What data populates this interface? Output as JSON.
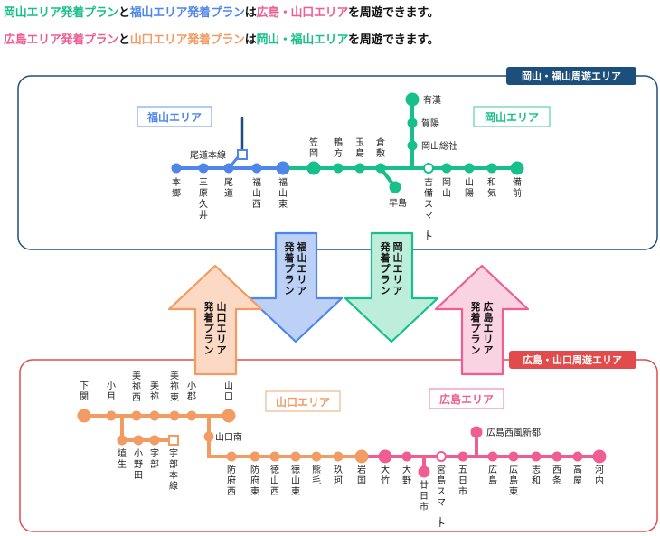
{
  "header": {
    "line1": [
      {
        "t": "岡山エリア発着プラン",
        "c": "c-ok"
      },
      {
        "t": "と",
        "c": ""
      },
      {
        "t": "福山エリア発着プラン",
        "c": "c-fk"
      },
      {
        "t": "は",
        "c": ""
      },
      {
        "t": "広島・山口エリア",
        "c": "c-hs"
      },
      {
        "t": "を周遊できます。",
        "c": ""
      }
    ],
    "line2": [
      {
        "t": "広島エリア発着プラン",
        "c": "c-hs"
      },
      {
        "t": "と",
        "c": ""
      },
      {
        "t": "山口エリア発着プラン",
        "c": "c-yg"
      },
      {
        "t": "は",
        "c": ""
      },
      {
        "t": "岡山・福山エリア",
        "c": "c-ok"
      },
      {
        "t": "を周遊できます。",
        "c": ""
      }
    ]
  },
  "colors": {
    "okayama": "#17c08a",
    "fukuyama": "#4f86ea",
    "hiroshima": "#ef5d92",
    "yamaguchi": "#f29b63",
    "navy": "#1d4f7c",
    "red": "#e24b4b"
  },
  "areas": {
    "top_tag": "岡山・福山周遊エリア",
    "bottom_tag": "広島・山口周遊エリア",
    "fukuyama_label": "福山エリア",
    "okayama_label": "岡山エリア",
    "yamaguchi_label": "山口エリア",
    "hiroshima_label": "広島エリア"
  },
  "arrows": {
    "fukuyama_plan": "福山エリア発着プラン",
    "okayama_plan": "岡山エリア発着プラン",
    "yamaguchi_plan": "山口エリア発着プラン",
    "hiroshima_plan": "広島エリア発着プラン"
  },
  "stations": {
    "hongo": "本郷",
    "mihara_kui": "三原久井",
    "onomichi": "尾道",
    "fukuyamanishi": "福山西",
    "fukuyamahigashi": "福山東",
    "onomichi_line": "尾道本線",
    "kasaoka": "笠岡",
    "kamogata": "鴨方",
    "tamashima": "玉島",
    "kurashiki": "倉敷",
    "hayashima": "早島",
    "kibi_smart": "吉備スマート",
    "okayama": "岡山",
    "sanyo": "山陽",
    "wake": "和気",
    "bizen": "備前",
    "ariga": "有漢",
    "kaya": "賀陽",
    "okayama_soja": "岡山総社",
    "shimonoseki": "下関",
    "ogori": "小月",
    "mine_nishi": "美祢西",
    "mine": "美祢",
    "mine_higashi": "美祢東",
    "ogori2": "小郡",
    "yamaguchi": "山口",
    "haniu": "埴生",
    "onoda": "小野田",
    "ube": "宇部",
    "ube_honsen": "宇部本線",
    "yamaguchi_minami": "山口南",
    "hofu_nishi": "防府西",
    "hofu_higashi": "防府東",
    "tokuyama_nishi": "徳山西",
    "tokuyama_higashi": "徳山東",
    "kumage": "熊毛",
    "kuga": "玖珂",
    "iwakuni": "岩国",
    "otake": "大竹",
    "ono": "大野",
    "hatsukaichi": "廿日市",
    "miyajima_smart": "宮島スマート",
    "itsukaichi": "五日市",
    "hiroshima": "広島",
    "hiroshima_higashi": "広島東",
    "shiwa": "志和",
    "saijo": "西条",
    "takaya": "高屋",
    "kochi": "河内",
    "hiroshima_nishifu": "広島西風新都"
  }
}
